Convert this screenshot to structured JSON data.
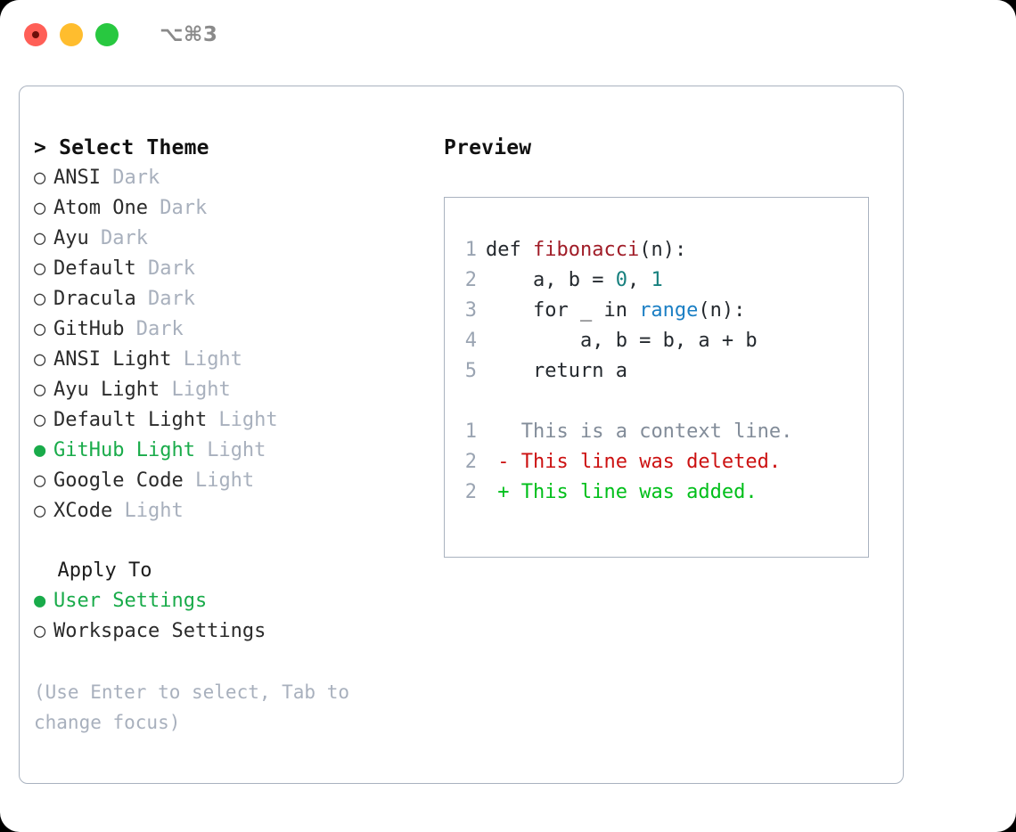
{
  "window": {
    "shortcut": "⌥⌘3",
    "traffic_lights": [
      "close",
      "minimize",
      "maximize"
    ]
  },
  "theme_selector": {
    "header": "> Select Theme",
    "marker_selected": "●",
    "marker_unselected": "○",
    "items": [
      {
        "marker": "○",
        "name": "ANSI",
        "variant": "Dark",
        "selected": false
      },
      {
        "marker": "○",
        "name": "Atom One",
        "variant": "Dark",
        "selected": false
      },
      {
        "marker": "○",
        "name": "Ayu",
        "variant": "Dark",
        "selected": false
      },
      {
        "marker": "○",
        "name": "Default",
        "variant": "Dark",
        "selected": false
      },
      {
        "marker": "○",
        "name": "Dracula",
        "variant": "Dark",
        "selected": false
      },
      {
        "marker": "○",
        "name": "GitHub",
        "variant": "Dark",
        "selected": false
      },
      {
        "marker": "○",
        "name": "ANSI Light",
        "variant": "Light",
        "selected": false
      },
      {
        "marker": "○",
        "name": "Ayu Light",
        "variant": "Light",
        "selected": false
      },
      {
        "marker": "○",
        "name": "Default Light",
        "variant": "Light",
        "selected": false
      },
      {
        "marker": "●",
        "name": "GitHub Light",
        "variant": "Light",
        "selected": true
      },
      {
        "marker": "○",
        "name": "Google Code",
        "variant": "Light",
        "selected": false
      },
      {
        "marker": "○",
        "name": "XCode",
        "variant": "Light",
        "selected": false
      }
    ]
  },
  "apply_to": {
    "header": "  Apply To",
    "items": [
      {
        "marker": "●",
        "label": "User Settings",
        "selected": true
      },
      {
        "marker": "○",
        "label": "Workspace Settings",
        "selected": false
      }
    ]
  },
  "hint": "(Use Enter to select, Tab to change focus)",
  "preview": {
    "header": "Preview",
    "code_lines": [
      {
        "num": "1",
        "segments": [
          {
            "text": "def ",
            "style": "plain"
          },
          {
            "text": "fibonacci",
            "style": "func"
          },
          {
            "text": "(n):",
            "style": "plain"
          }
        ]
      },
      {
        "num": "2",
        "segments": [
          {
            "text": "    a, b = ",
            "style": "plain"
          },
          {
            "text": "0",
            "style": "num"
          },
          {
            "text": ", ",
            "style": "plain"
          },
          {
            "text": "1",
            "style": "num"
          }
        ]
      },
      {
        "num": "3",
        "segments": [
          {
            "text": "    for _ in ",
            "style": "plain"
          },
          {
            "text": "range",
            "style": "call"
          },
          {
            "text": "(n):",
            "style": "plain"
          }
        ]
      },
      {
        "num": "4",
        "segments": [
          {
            "text": "        a, b = b, a + b",
            "style": "plain"
          }
        ]
      },
      {
        "num": "5",
        "segments": [
          {
            "text": "    return a",
            "style": "plain"
          }
        ]
      }
    ],
    "diff_lines": [
      {
        "num": "1",
        "marker": " ",
        "text": " This is a context line.",
        "kind": "context"
      },
      {
        "num": "2",
        "marker": "-",
        "text": " This line was deleted.",
        "kind": "deleted"
      },
      {
        "num": "2",
        "marker": "+",
        "text": " This line was added.",
        "kind": "added"
      }
    ]
  },
  "colors": {
    "accent_green": "#19ab4a",
    "muted": "#a8b0bd",
    "border": "#a9b2bf",
    "diff_deleted": "#cc1111",
    "diff_added": "#00bf1a",
    "syntax_function": "#a01c27",
    "syntax_number": "#17807e",
    "syntax_call": "#1b7fc4"
  }
}
